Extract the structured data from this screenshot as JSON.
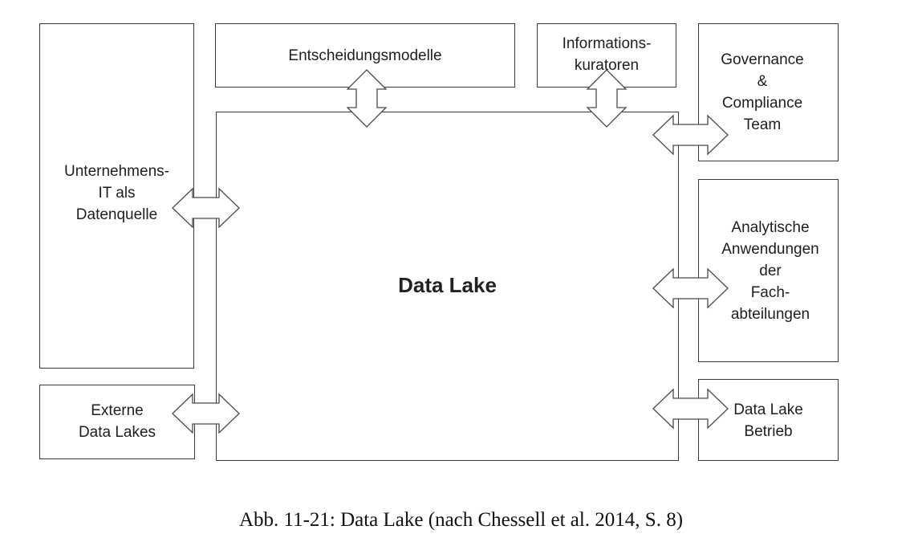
{
  "diagram": {
    "center": {
      "label": "Data Lake"
    },
    "left": {
      "source": "Unternehmens-\nIT als\nDatenquelle",
      "external": "Externe\nData Lakes"
    },
    "top": {
      "models": "Entscheidungsmodelle",
      "curators": "Informations-\nkuratoren"
    },
    "right": {
      "governance": "Governance\n&\nCompliance\nTeam",
      "analytics": "Analytische\nAnwendungen\nder\nFach-\nabteilungen",
      "operations": "Data Lake\nBetrieb"
    }
  },
  "caption": "Abb. 11-21: Data Lake (nach Chessell et al. 2014, S. 8)"
}
